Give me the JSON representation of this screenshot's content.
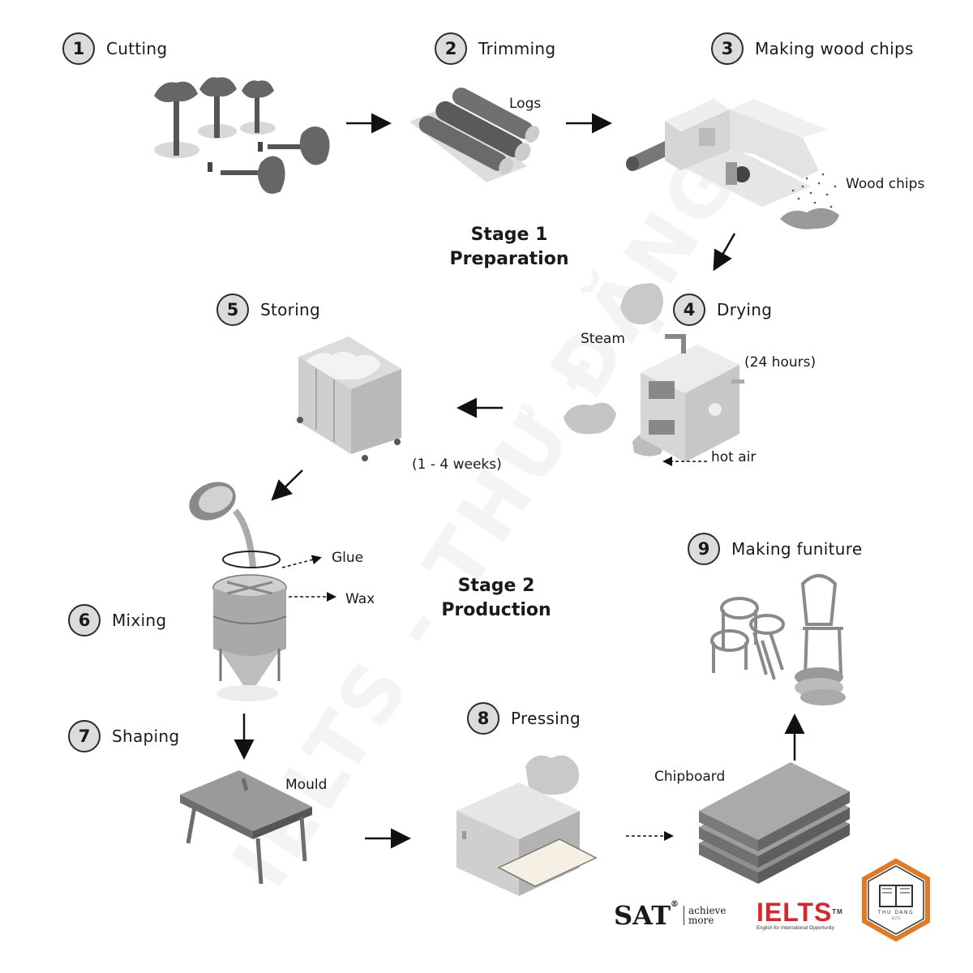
{
  "steps": [
    {
      "num": "1",
      "label": "Cutting"
    },
    {
      "num": "2",
      "label": "Trimming"
    },
    {
      "num": "3",
      "label": "Making wood chips"
    },
    {
      "num": "4",
      "label": "Drying"
    },
    {
      "num": "5",
      "label": "Storing"
    },
    {
      "num": "6",
      "label": "Mixing"
    },
    {
      "num": "7",
      "label": "Shaping"
    },
    {
      "num": "8",
      "label": "Pressing"
    },
    {
      "num": "9",
      "label": "Making funiture"
    }
  ],
  "stages": {
    "stage1": {
      "line1": "Stage 1",
      "line2": "Preparation"
    },
    "stage2": {
      "line1": "Stage 2",
      "line2": "Production"
    }
  },
  "labels": {
    "logs": "Logs",
    "wood_chips": "Wood chips",
    "steam": "Steam",
    "drying_time": "(24 hours)",
    "hot_air": "hot air",
    "storing_time": "(1 - 4 weeks)",
    "glue": "Glue",
    "wax": "Wax",
    "mould": "Mould",
    "chipboard": "Chipboard"
  },
  "watermark": "IELTS - THƯ ĐẶNG",
  "logos": {
    "sat": {
      "word": "SAT",
      "mark": "®",
      "tag_line1": "achieve",
      "tag_line2": "more"
    },
    "ielts": {
      "word": "IELTS",
      "mark": "TM",
      "sub": "English for International Opportunity"
    },
    "badge": {
      "name": "THU DANG",
      "sub": "IELTS"
    }
  },
  "colors": {
    "illustration_grey": "#9a9a9a",
    "dark_grey": "#555555",
    "light_grey": "#d8d8d8",
    "ielts_red": "#d9262b",
    "badge_orange": "#e07a25"
  }
}
